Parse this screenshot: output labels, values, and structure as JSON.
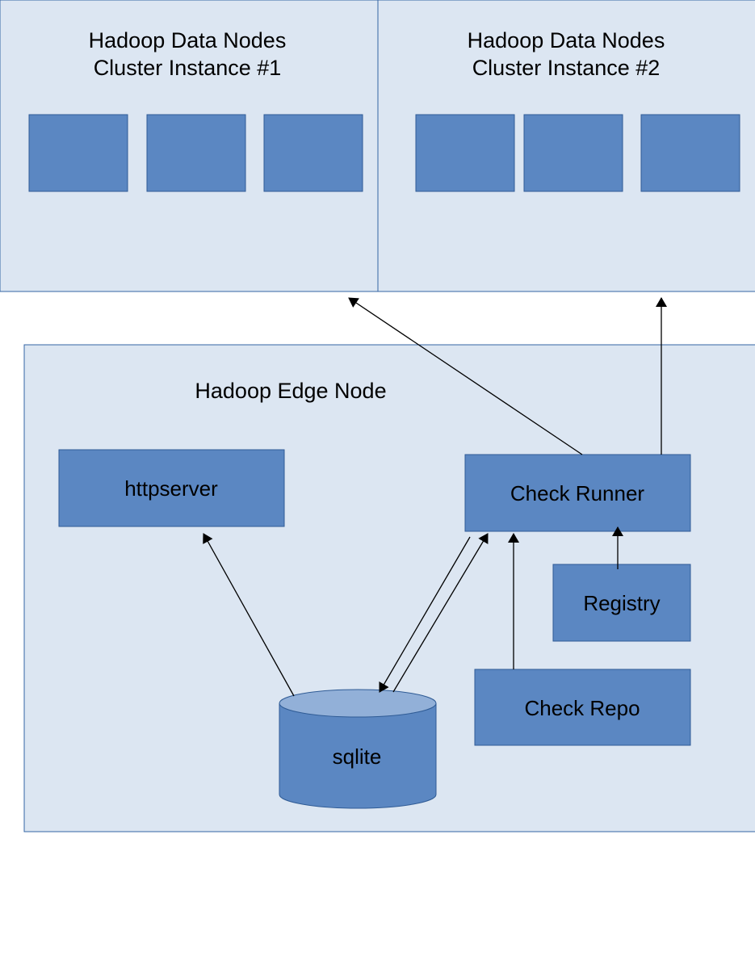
{
  "clusters": [
    {
      "title_line1": "Hadoop Data Nodes",
      "title_line2": "Cluster Instance #1",
      "node_count": 3
    },
    {
      "title_line1": "Hadoop Data Nodes",
      "title_line2": "Cluster Instance #2",
      "node_count": 3
    }
  ],
  "edge_node": {
    "title": "Hadoop Edge Node",
    "components": {
      "httpserver": "httpserver",
      "check_runner": "Check Runner",
      "registry": "Registry",
      "check_repo": "Check Repo",
      "sqlite": "sqlite"
    }
  },
  "colors": {
    "panel_fill": "#dce6f2",
    "panel_stroke": "#3465a4",
    "box_fill": "#5b87c2",
    "box_stroke": "#2f5b95",
    "db_top": "#92b0d8",
    "arrow": "#000000"
  }
}
